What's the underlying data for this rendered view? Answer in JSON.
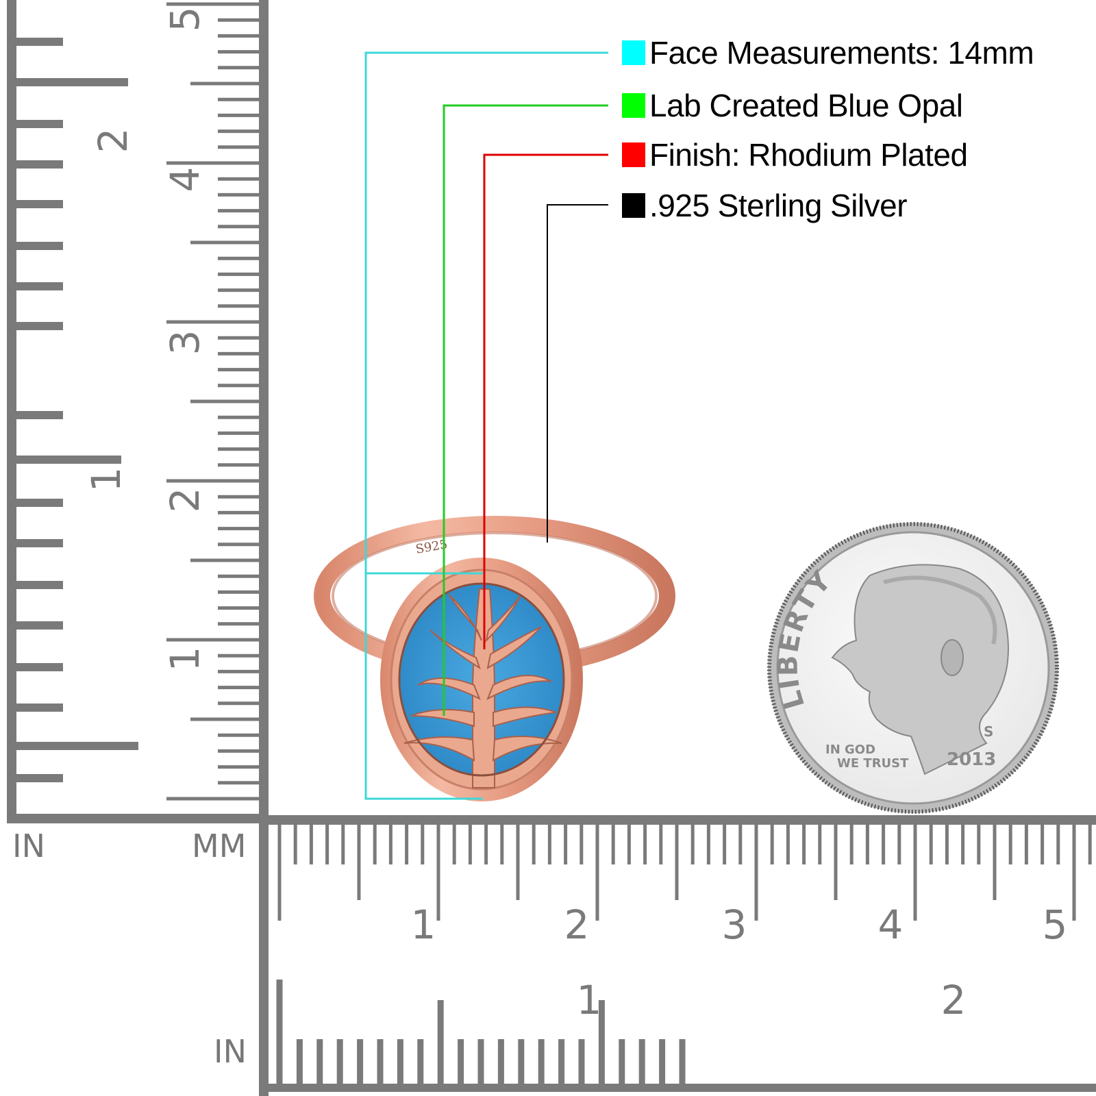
{
  "legend": {
    "items": [
      {
        "label": "Face Measurements: 14mm",
        "color": "#00ffff",
        "line_color": "#33dddd"
      },
      {
        "label": "Lab Created Blue Opal",
        "color": "#00ff00",
        "line_color": "#22cc22"
      },
      {
        "label": "Finish: Rhodium Plated",
        "color": "#ff0000",
        "line_color": "#dd0000"
      },
      {
        "label": ".925 Sterling Silver",
        "color": "#000000",
        "line_color": "#000000"
      }
    ]
  },
  "rulers": {
    "left_inch_label": "IN",
    "left_mm_label": "MM",
    "bottom_inch_label": "IN",
    "vertical_cm_ticks": [
      "1",
      "2",
      "3",
      "4",
      "5"
    ],
    "vertical_inch_ticks": [
      "1",
      "2"
    ],
    "horizontal_cm_ticks": [
      "1",
      "2",
      "3",
      "4",
      "5"
    ],
    "horizontal_inch_ticks": [
      "1",
      "2"
    ],
    "color": "#7a7a7a"
  },
  "ring": {
    "stamp": "S925",
    "metal_color": "#e8a48c",
    "stone_color": "#2f8fd0"
  },
  "coin": {
    "top_text": "LIBERTY",
    "motto_line1": "IN GOD",
    "motto_line2": "WE TRUST",
    "mint_mark": "S",
    "year": "2013"
  }
}
